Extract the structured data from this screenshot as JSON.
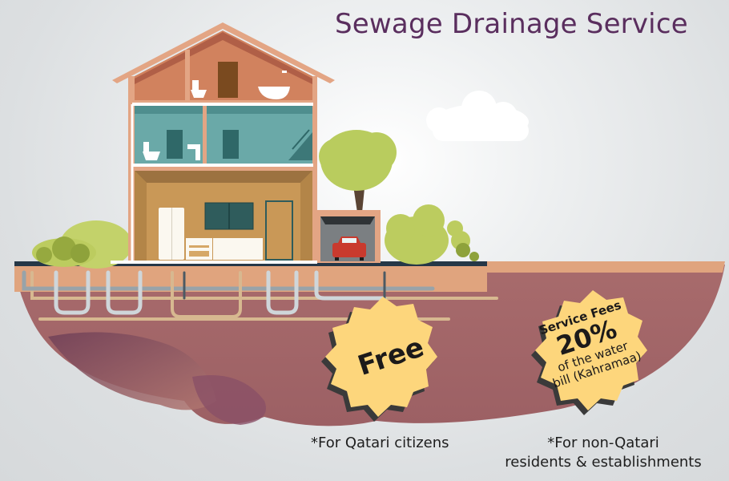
{
  "header": {
    "title": "Sewage Drainage Service"
  },
  "colors": {
    "title": "#5a2e5e",
    "badge": "#fdd67c",
    "badge_shadow": "#3a3a3a",
    "soil": "#a46a6c",
    "soil_dark": "#7a4a5e",
    "ground": "#e0a47e",
    "house_wall": "#e3a584",
    "attic": "#d1825e",
    "middle_floor": "#6aa9a8",
    "ground_floor": "#c99857",
    "foliage": "#b9cc5e",
    "car": "#c93a2e"
  },
  "illustration": {
    "house": {
      "attic": [
        "toilet",
        "door",
        "bathtub-shower"
      ],
      "middle_floor": [
        "toilet",
        "sink",
        "door",
        "stairs"
      ],
      "ground_floor": [
        "refrigerator",
        "oven",
        "kitchen-counter",
        "window",
        "door"
      ],
      "garage": [
        "car"
      ]
    },
    "elements": [
      "tree",
      "cloud",
      "bushes",
      "underground-pipes",
      "floating-island"
    ]
  },
  "badges": {
    "free": {
      "label": "Free",
      "note": "*For Qatari citizens"
    },
    "fees": {
      "title": "Service Fees",
      "percent": "20%",
      "line1": "of the water",
      "line2": "bill (Kahramaa)",
      "note_line1": "*For non-Qatari",
      "note_line2": "residents & establishments"
    }
  }
}
